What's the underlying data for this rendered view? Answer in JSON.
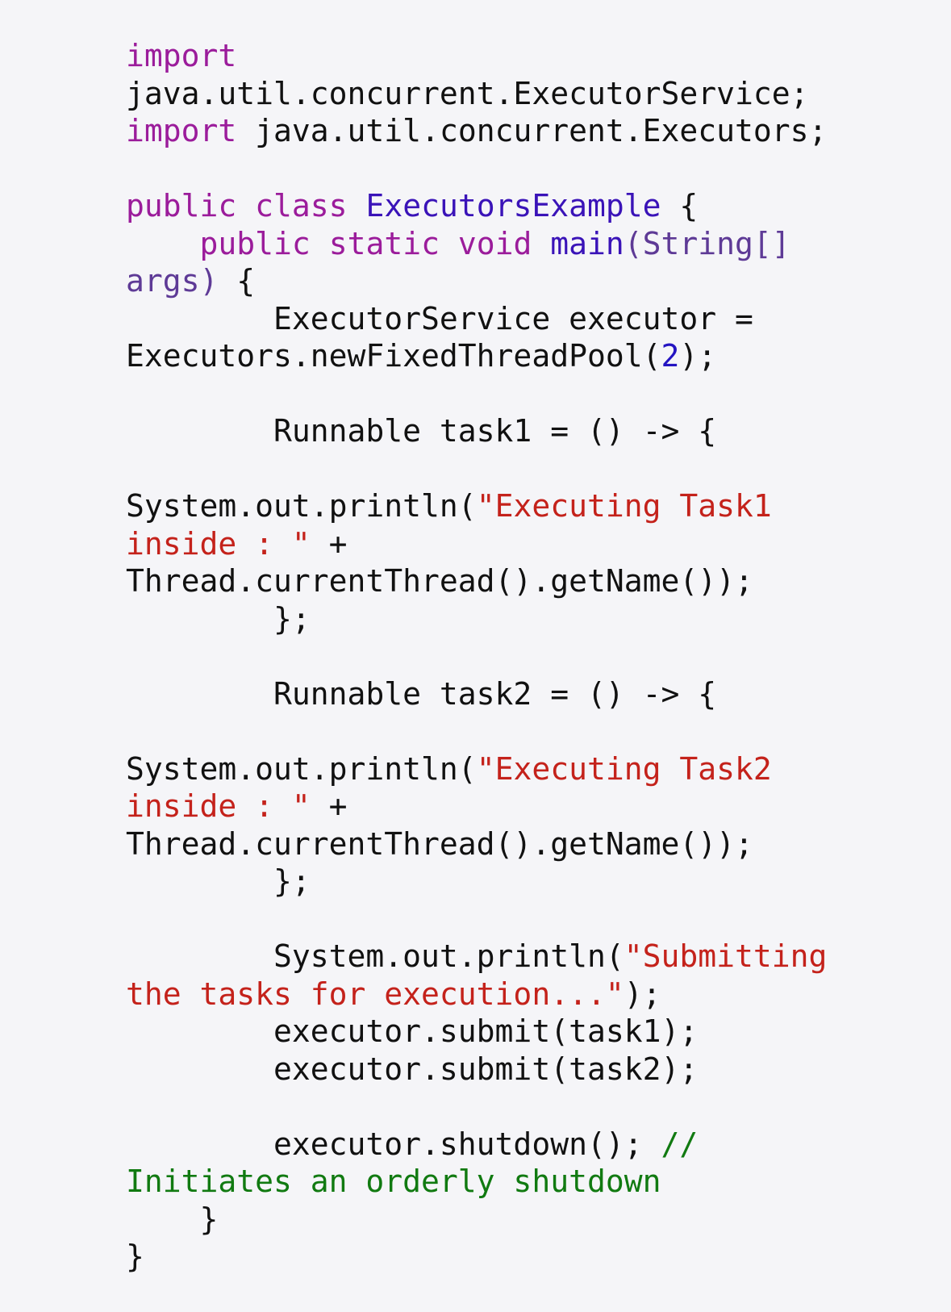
{
  "code": {
    "lines": [
      [
        {
          "t": "import",
          "c": "kw"
        }
      ],
      [
        {
          "t": "java.util.concurrent.ExecutorService;",
          "c": ""
        }
      ],
      [
        {
          "t": "import",
          "c": "kw"
        },
        {
          "t": " java.util.concurrent.Executors;",
          "c": ""
        }
      ],
      [],
      [
        {
          "t": "public",
          "c": "kw"
        },
        {
          "t": " ",
          "c": ""
        },
        {
          "t": "class",
          "c": "kw"
        },
        {
          "t": " ",
          "c": ""
        },
        {
          "t": "ExecutorsExample",
          "c": "typ"
        },
        {
          "t": " {",
          "c": ""
        }
      ],
      [
        {
          "t": "    ",
          "c": ""
        },
        {
          "t": "public",
          "c": "kw"
        },
        {
          "t": " ",
          "c": ""
        },
        {
          "t": "static",
          "c": "kw"
        },
        {
          "t": " ",
          "c": ""
        },
        {
          "t": "void",
          "c": "kw"
        },
        {
          "t": " ",
          "c": ""
        },
        {
          "t": "main",
          "c": "typ"
        },
        {
          "t": "(String[]",
          "c": "prm"
        }
      ],
      [
        {
          "t": "args)",
          "c": "prm"
        },
        {
          "t": " {",
          "c": ""
        }
      ],
      [
        {
          "t": "        ExecutorService executor =",
          "c": ""
        }
      ],
      [
        {
          "t": "Executors.newFixedThreadPool(",
          "c": ""
        },
        {
          "t": "2",
          "c": "num"
        },
        {
          "t": ");",
          "c": ""
        }
      ],
      [],
      [
        {
          "t": "        Runnable task1 = () -> {",
          "c": ""
        }
      ],
      [],
      [
        {
          "t": "System.out.println(",
          "c": ""
        },
        {
          "t": "\"Executing Task1",
          "c": "str"
        }
      ],
      [
        {
          "t": "inside : \"",
          "c": "str"
        },
        {
          "t": " +",
          "c": ""
        }
      ],
      [
        {
          "t": "Thread.currentThread().getName());",
          "c": ""
        }
      ],
      [
        {
          "t": "        };",
          "c": ""
        }
      ],
      [],
      [
        {
          "t": "        Runnable task2 = () -> {",
          "c": ""
        }
      ],
      [],
      [
        {
          "t": "System.out.println(",
          "c": ""
        },
        {
          "t": "\"Executing Task2",
          "c": "str"
        }
      ],
      [
        {
          "t": "inside : \"",
          "c": "str"
        },
        {
          "t": " +",
          "c": ""
        }
      ],
      [
        {
          "t": "Thread.currentThread().getName());",
          "c": ""
        }
      ],
      [
        {
          "t": "        };",
          "c": ""
        }
      ],
      [],
      [
        {
          "t": "        System.out.println(",
          "c": ""
        },
        {
          "t": "\"Submitting",
          "c": "str"
        }
      ],
      [
        {
          "t": "the tasks for execution...\"",
          "c": "str"
        },
        {
          "t": ");",
          "c": ""
        }
      ],
      [
        {
          "t": "        executor.submit(task1);",
          "c": ""
        }
      ],
      [
        {
          "t": "        executor.submit(task2);",
          "c": ""
        }
      ],
      [],
      [
        {
          "t": "        executor.shutdown(); ",
          "c": ""
        },
        {
          "t": "//",
          "c": "cmt"
        }
      ],
      [
        {
          "t": "Initiates an orderly shutdown",
          "c": "cmt"
        }
      ],
      [
        {
          "t": "    }",
          "c": ""
        }
      ],
      [
        {
          "t": "}",
          "c": ""
        }
      ]
    ]
  }
}
